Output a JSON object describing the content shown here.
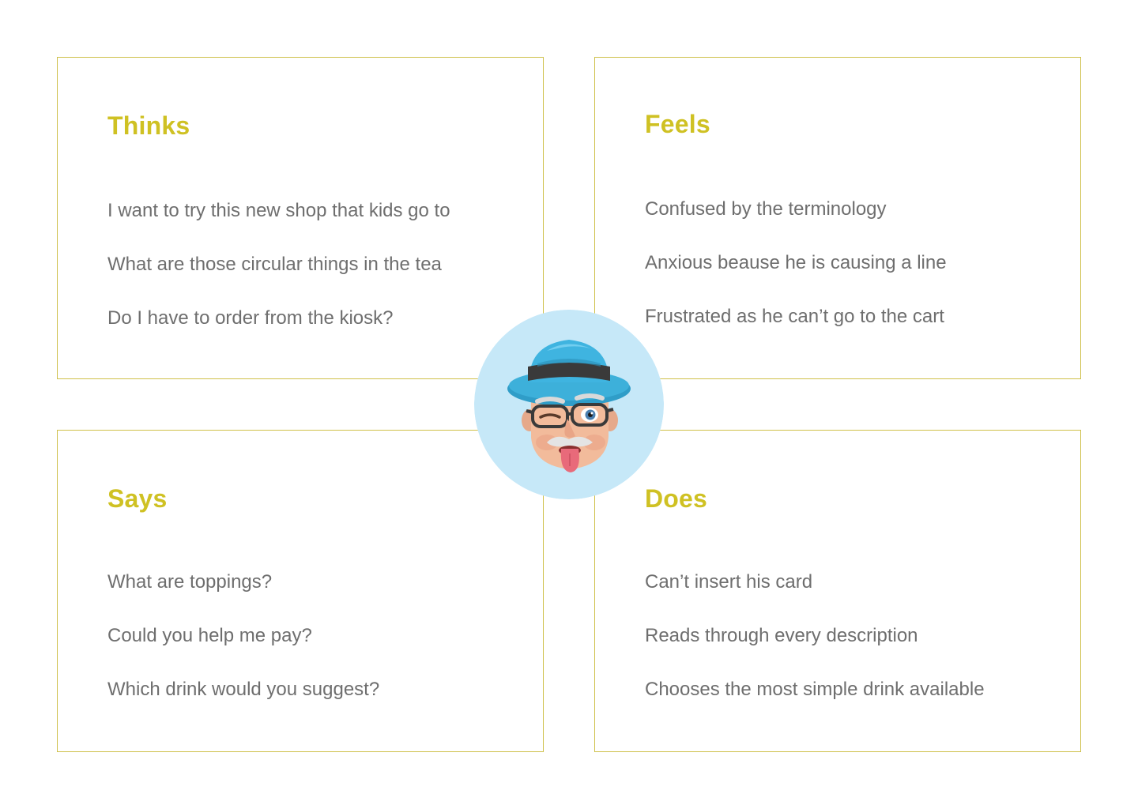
{
  "colors": {
    "accent": "#cfc123",
    "border": "#cfc04a",
    "text": "#6e6e6e",
    "avatar_bg": "#c6e8f8"
  },
  "quadrants": [
    {
      "title": "Thinks",
      "items": [
        "I want to try this new shop that kids go to",
        "What are those circular things in the tea",
        "Do I have to order from the kiosk?"
      ]
    },
    {
      "title": "Feels",
      "items": [
        "Confused by the terminology",
        "Anxious beause he is causing a line",
        "Frustrated as he can’t go to the cart"
      ]
    },
    {
      "title": "Says",
      "items": [
        "What are toppings?",
        "Could you help me pay?",
        "Which drink would you suggest?"
      ]
    },
    {
      "title": "Does",
      "items": [
        "Can’t insert his card",
        "Reads through every description",
        "Chooses the most simple drink available"
      ]
    }
  ],
  "avatar": {
    "icon": "winking-man-with-hat-icon"
  }
}
